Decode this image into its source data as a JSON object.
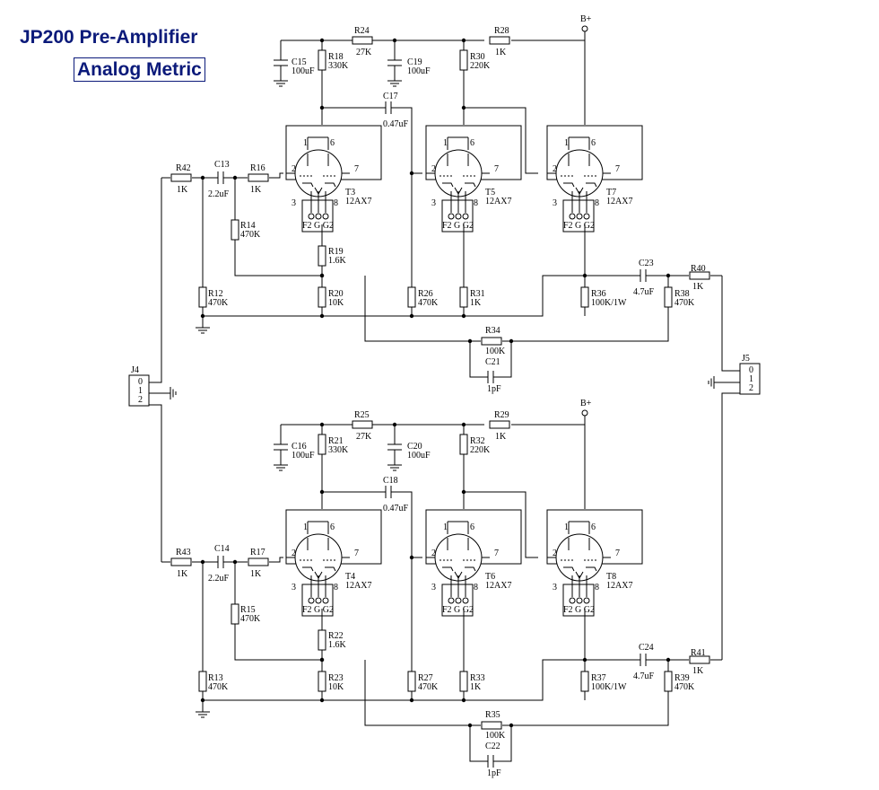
{
  "header": {
    "title": "JP200 Pre-Amplifier",
    "subtitle": "Analog Metric"
  },
  "connectors": {
    "J4": {
      "ref": "J4",
      "pins": [
        "0",
        "1",
        "2"
      ]
    },
    "J5": {
      "ref": "J5",
      "pins": [
        "0",
        "1",
        "2"
      ]
    }
  },
  "channel_top": {
    "supply": "B+",
    "resistors": [
      {
        "ref": "R42",
        "value": "1K"
      },
      {
        "ref": "R16",
        "value": "1K"
      },
      {
        "ref": "R24",
        "value": "27K"
      },
      {
        "ref": "R28",
        "value": "1K"
      },
      {
        "ref": "R18",
        "value": "330K"
      },
      {
        "ref": "R30",
        "value": "220K"
      },
      {
        "ref": "R14",
        "value": "470K"
      },
      {
        "ref": "R19",
        "value": "1.6K"
      },
      {
        "ref": "R12",
        "value": "470K"
      },
      {
        "ref": "R20",
        "value": "10K"
      },
      {
        "ref": "R26",
        "value": "470K"
      },
      {
        "ref": "R31",
        "value": "1K"
      },
      {
        "ref": "R34",
        "value": "100K"
      },
      {
        "ref": "R36",
        "value": "100K/1W"
      },
      {
        "ref": "R38",
        "value": "470K"
      },
      {
        "ref": "R40",
        "value": "1K"
      }
    ],
    "capacitors": [
      {
        "ref": "C13",
        "value": "2.2uF"
      },
      {
        "ref": "C15",
        "value": "100uF"
      },
      {
        "ref": "C19",
        "value": "100uF"
      },
      {
        "ref": "C17",
        "value": "0.47uF"
      },
      {
        "ref": "C21",
        "value": "1pF"
      },
      {
        "ref": "C23",
        "value": "4.7uF"
      }
    ],
    "tubes": [
      {
        "ref": "T3",
        "type": "12AX7"
      },
      {
        "ref": "T5",
        "type": "12AX7"
      },
      {
        "ref": "T7",
        "type": "12AX7"
      }
    ]
  },
  "channel_bottom": {
    "supply": "B+",
    "resistors": [
      {
        "ref": "R43",
        "value": "1K"
      },
      {
        "ref": "R17",
        "value": "1K"
      },
      {
        "ref": "R25",
        "value": "27K"
      },
      {
        "ref": "R29",
        "value": "1K"
      },
      {
        "ref": "R21",
        "value": "330K"
      },
      {
        "ref": "R32",
        "value": "220K"
      },
      {
        "ref": "R15",
        "value": "470K"
      },
      {
        "ref": "R22",
        "value": "1.6K"
      },
      {
        "ref": "R13",
        "value": "470K"
      },
      {
        "ref": "R23",
        "value": "10K"
      },
      {
        "ref": "R27",
        "value": "470K"
      },
      {
        "ref": "R33",
        "value": "1K"
      },
      {
        "ref": "R35",
        "value": "100K"
      },
      {
        "ref": "R37",
        "value": "100K/1W"
      },
      {
        "ref": "R39",
        "value": "470K"
      },
      {
        "ref": "R41",
        "value": "1K"
      }
    ],
    "capacitors": [
      {
        "ref": "C14",
        "value": "2.2uF"
      },
      {
        "ref": "C16",
        "value": "100uF"
      },
      {
        "ref": "C20",
        "value": "100uF"
      },
      {
        "ref": "C18",
        "value": "0.47uF"
      },
      {
        "ref": "C22",
        "value": "1pF"
      },
      {
        "ref": "C24",
        "value": "4.7uF"
      }
    ],
    "tubes": [
      {
        "ref": "T4",
        "type": "12AX7"
      },
      {
        "ref": "T6",
        "type": "12AX7"
      },
      {
        "ref": "T8",
        "type": "12AX7"
      }
    ]
  },
  "tube_pins": {
    "grid": "2",
    "plate_left": "1",
    "plate_right": "6",
    "right_grid": "7",
    "cathode": "3",
    "heater": "8",
    "base": "F2 G G2"
  }
}
